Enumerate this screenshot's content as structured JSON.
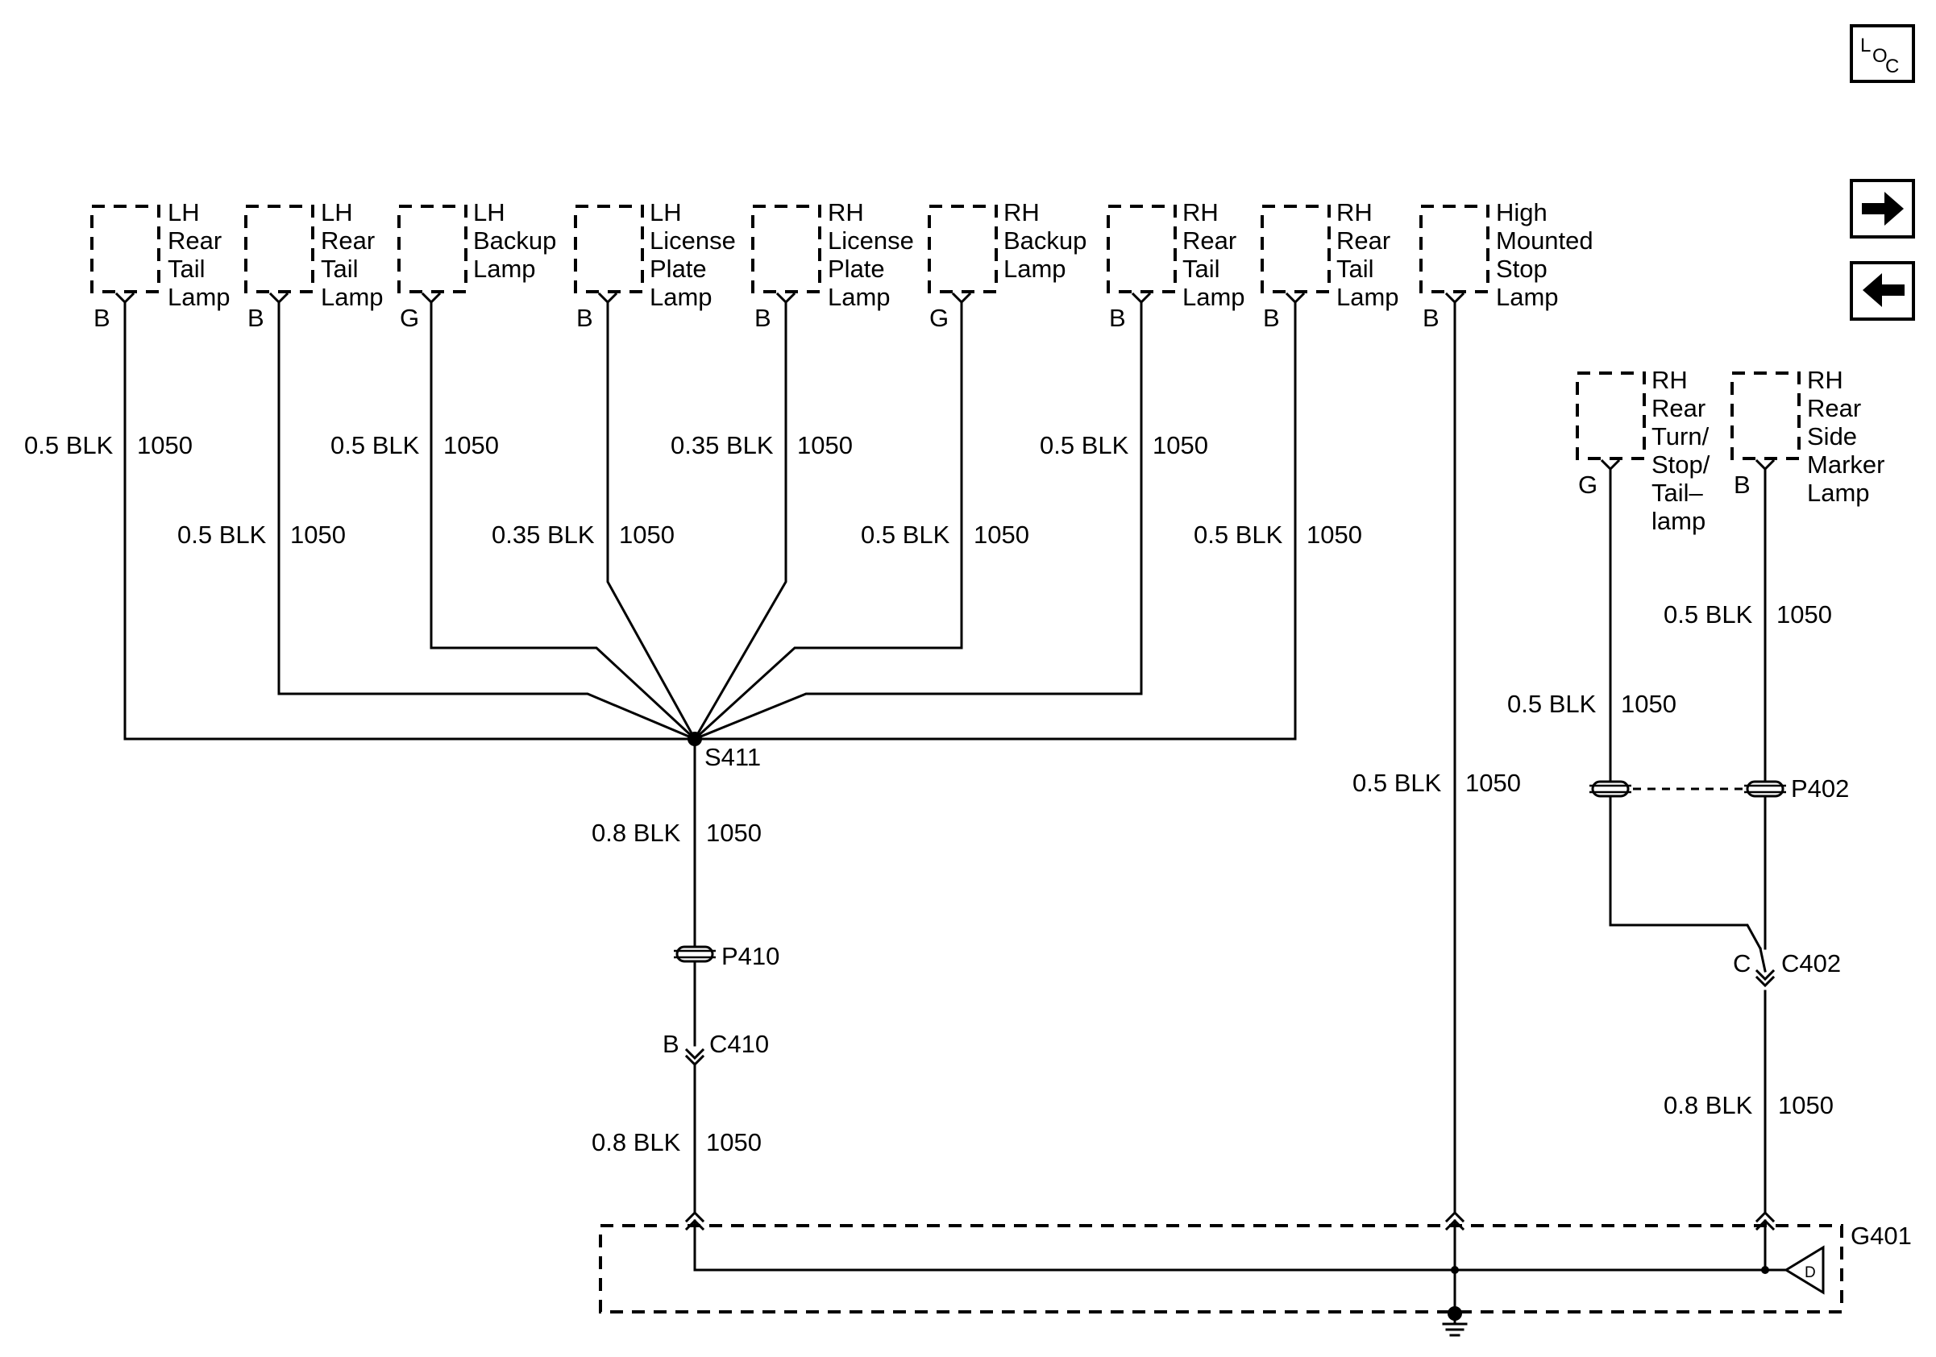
{
  "nav": {
    "loc_l": "L",
    "loc_o": "O",
    "loc_c": "C",
    "forward_icon": "right-arrow",
    "back_icon": "left-arrow"
  },
  "components": [
    {
      "lines": [
        "LH",
        "Rear",
        "Tail",
        "Lamp"
      ],
      "pin": "B",
      "wire_gauge": "0.5 BLK",
      "circuit": "1050"
    },
    {
      "lines": [
        "LH",
        "Rear",
        "Tail",
        "Lamp"
      ],
      "pin": "B",
      "wire_gauge": "0.5 BLK",
      "circuit": "1050"
    },
    {
      "lines": [
        "LH",
        "Backup",
        "Lamp"
      ],
      "pin": "G",
      "wire_gauge": "0.5 BLK",
      "circuit": "1050"
    },
    {
      "lines": [
        "LH",
        "License",
        "Plate",
        "Lamp"
      ],
      "pin": "B",
      "wire_gauge": "0.35 BLK",
      "circuit": "1050"
    },
    {
      "lines": [
        "RH",
        "License",
        "Plate",
        "Lamp"
      ],
      "pin": "B",
      "wire_gauge": "0.35 BLK",
      "circuit": "1050"
    },
    {
      "lines": [
        "RH",
        "Backup",
        "Lamp"
      ],
      "pin": "G",
      "wire_gauge": "0.5 BLK",
      "circuit": "1050"
    },
    {
      "lines": [
        "RH",
        "Rear",
        "Tail",
        "Lamp"
      ],
      "pin": "B",
      "wire_gauge": "0.5 BLK",
      "circuit": "1050"
    },
    {
      "lines": [
        "RH",
        "Rear",
        "Tail",
        "Lamp"
      ],
      "pin": "B",
      "wire_gauge": "0.5 BLK",
      "circuit": "1050"
    },
    {
      "lines": [
        "High",
        "Mounted",
        "Stop",
        "Lamp"
      ],
      "pin": "B",
      "wire_gauge": "0.5 BLK",
      "circuit": "1050"
    },
    {
      "lines": [
        "RH",
        "Rear",
        "Turn/",
        "Stop/",
        "Tail–",
        "lamp"
      ],
      "pin": "G",
      "wire_gauge": "0.5 BLK",
      "circuit": "1050"
    },
    {
      "lines": [
        "RH",
        "Rear",
        "Side",
        "Marker",
        "Lamp"
      ],
      "pin": "B",
      "wire_gauge": "0.5 BLK",
      "circuit": "1050"
    }
  ],
  "splice": {
    "name": "S411",
    "wire_gauge": "0.8 BLK",
    "circuit": "1050"
  },
  "pass_through_1": {
    "name": "P410"
  },
  "connector_1": {
    "name": "C410",
    "pin": "B",
    "wire_gauge": "0.8 BLK",
    "circuit": "1050"
  },
  "pass_through_2": {
    "name": "P402"
  },
  "connector_2": {
    "name": "C402",
    "pin": "C",
    "wire_gauge": "0.8 BLK",
    "circuit": "1050"
  },
  "ground": {
    "name": "G401",
    "symbol_letter": "D"
  }
}
